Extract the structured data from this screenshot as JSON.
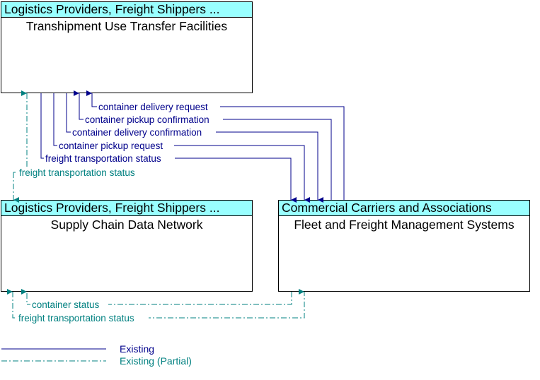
{
  "nodes": {
    "tutf": {
      "owner": "Logistics Providers, Freight Shippers ...",
      "name": "Transhipment Use Transfer Facilities"
    },
    "scdn": {
      "owner": "Logistics Providers, Freight Shippers ...",
      "name": "Supply Chain Data Network"
    },
    "ffms": {
      "owner": "Commercial Carriers and Associations",
      "name": "Fleet and Freight Management Systems"
    }
  },
  "flows": {
    "delivery_request": "container delivery request",
    "pickup_confirmation": "container pickup confirmation",
    "delivery_confirmation": "container delivery confirmation",
    "pickup_request": "container pickup request",
    "fts_tutf_ffms": "freight transportation status",
    "fts_scdn_tutf": "freight transportation status",
    "container_status": "container status",
    "fts_ffms_scdn": "freight transportation status"
  },
  "legend": {
    "existing": "Existing",
    "partial": "Existing (Partial)"
  },
  "colors": {
    "existing": "#00008b",
    "partial": "#008080",
    "header": "#99ffff"
  }
}
